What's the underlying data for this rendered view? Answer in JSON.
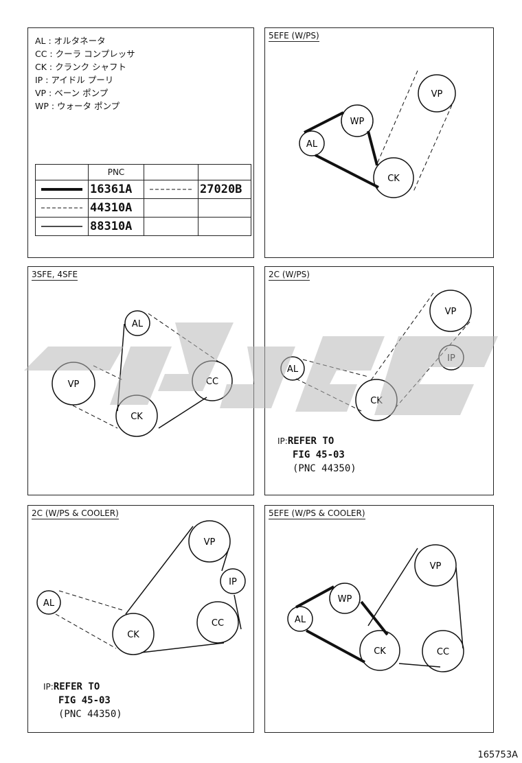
{
  "legend": {
    "items": [
      "AL : オルタネータ",
      "CC : クーラ コンプレッサ",
      "CK : クランク シャフト",
      "IP : アイドル プーリ",
      "VP : ベーン ポンプ",
      "WP : ウォータ ポンプ"
    ],
    "table": {
      "header": "PNC",
      "rows": [
        {
          "line": "thick",
          "pnc": "16361A",
          "line2": "dashed",
          "pnc2": "27020B"
        },
        {
          "line": "dashed",
          "pnc": "44310A",
          "line2": "",
          "pnc2": ""
        },
        {
          "line": "thin",
          "pnc": "88310A",
          "line2": "",
          "pnc2": ""
        }
      ]
    }
  },
  "panels": {
    "p1": {
      "title": "5EFE (W/PS)",
      "labels": {
        "vp": "VP",
        "wp": "WP",
        "al": "AL",
        "ck": "CK"
      }
    },
    "p2": {
      "title": "3SFE, 4SFE",
      "labels": {
        "al": "AL",
        "vp": "VP",
        "cc": "CC",
        "ck": "CK"
      }
    },
    "p3": {
      "title": "2C (W/PS)",
      "labels": {
        "vp": "VP",
        "ip": "IP",
        "al": "AL",
        "ck": "CK"
      },
      "note": {
        "prefix": "IP:",
        "line1": "REFER TO",
        "line2": "FIG 45-03",
        "line3": "(PNC 44350)"
      }
    },
    "p4": {
      "title": "2C (W/PS & COOLER)",
      "labels": {
        "vp": "VP",
        "ip": "IP",
        "al": "AL",
        "cc": "CC",
        "ck": "CK"
      },
      "note": {
        "prefix": "IP:",
        "line1": "REFER TO",
        "line2": "FIG 45-03",
        "line3": "(PNC 44350)"
      }
    },
    "p5": {
      "title": "5EFE (W/PS & COOLER)",
      "labels": {
        "vp": "VP",
        "wp": "WP",
        "al": "AL",
        "ck": "CK",
        "cc": "CC"
      }
    }
  },
  "figure_id": "165753A",
  "colors": {
    "line": "#111111",
    "watermark": "#b8b8b8"
  }
}
